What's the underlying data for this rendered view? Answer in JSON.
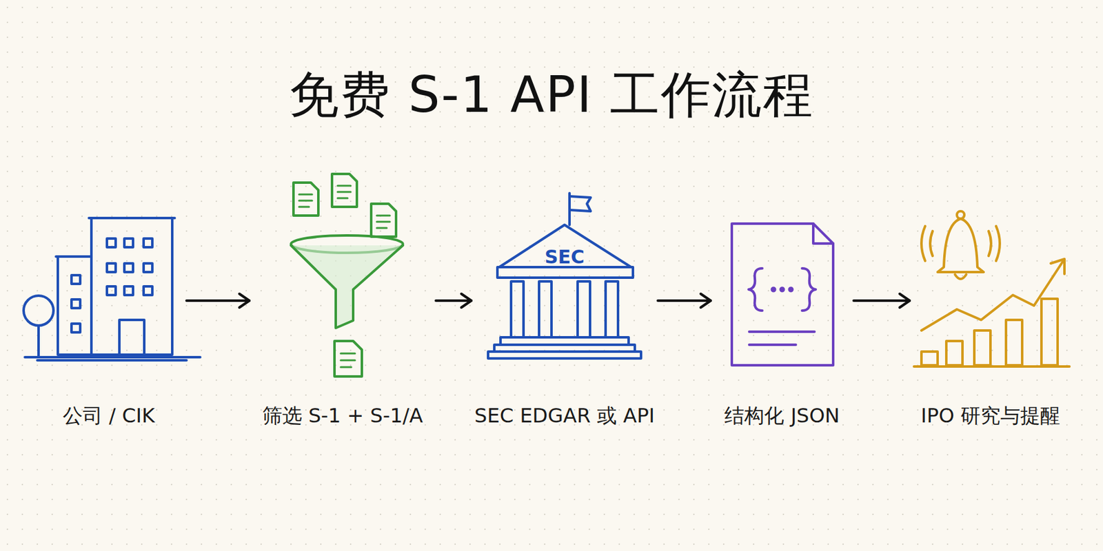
{
  "diagram": {
    "title": "免费 S-1 API 工作流程",
    "nodes": [
      {
        "text": [
          "公司 / CIK"
        ]
      },
      {
        "text": [
          "筛选 S-1 + S-1/A"
        ]
      },
      {
        "text": [
          "SEC",
          "SEC EDGAR 或 API"
        ]
      },
      {
        "text": [
          "结构化 JSON"
        ]
      },
      {
        "text": [
          "IPO 研究与提醒"
        ]
      }
    ],
    "edges": [
      {
        "from": 0,
        "to": 1,
        "arrow": "to"
      },
      {
        "from": 1,
        "to": 2,
        "arrow": "to"
      },
      {
        "from": 2,
        "to": 3,
        "arrow": "to"
      },
      {
        "from": 3,
        "to": 4,
        "arrow": "to"
      }
    ]
  }
}
